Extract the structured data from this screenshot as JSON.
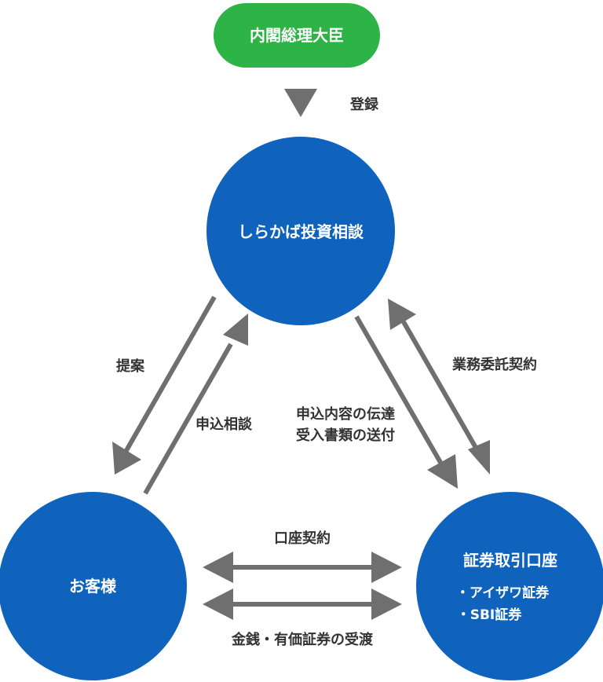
{
  "colors": {
    "green": "#2db346",
    "blue": "#0f63bd",
    "arrow": "#6f6f6f",
    "text": "#333333",
    "white": "#ffffff"
  },
  "nodes": {
    "cabinet": {
      "label": "内閣総理大臣"
    },
    "advisor": {
      "label": "しらかば投資相談"
    },
    "customer": {
      "label": "お客様"
    },
    "securities": {
      "label": "証券取引口座",
      "items": [
        "・アイザワ証券",
        "・SBI証券"
      ]
    }
  },
  "edges": {
    "registration": "登録",
    "proposal": "提案",
    "application_consult": "申込相談",
    "transmit_line1": "申込内容の伝達",
    "transmit_line2": "受入書類の送付",
    "outsourcing": "業務委託契約",
    "account_contract": "口座契約",
    "money_transfer": "金銭・有価証券の受渡"
  }
}
